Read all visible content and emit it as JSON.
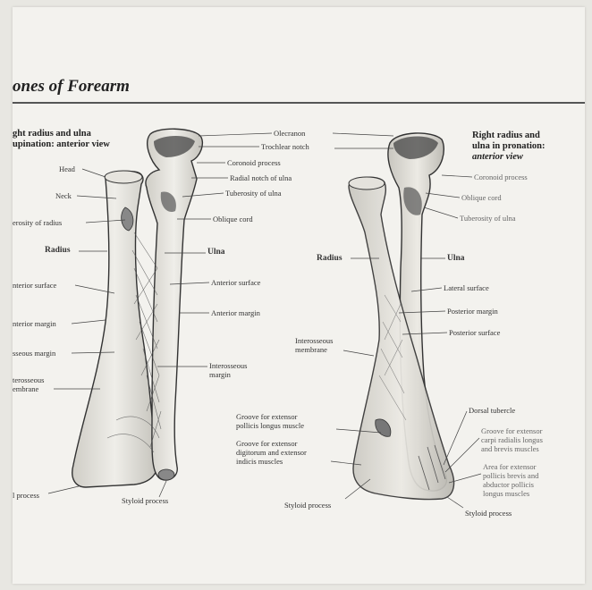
{
  "page": {
    "title": "ones of Forearm"
  },
  "left": {
    "heading_line1": "ght radius and ulna",
    "heading_line2": "upination: anterior view",
    "labels": {
      "olecranon": "Olecranon",
      "trochlear_notch": "Trochlear notch",
      "coronoid_process": "Coronoid process",
      "radial_notch": "Radial notch of ulna",
      "tuberosity_ulna": "Tuberosity of ulna",
      "head": "Head",
      "neck": "Neck",
      "tuberosity_radius": "erosity of radius",
      "oblique_cord": "Oblique cord",
      "radius": "Radius",
      "ulna": "Ulna",
      "anterior_surface_left": "nterior surface",
      "anterior_surface_right": "Anterior surface",
      "anterior_margin_left": "nterior margin",
      "anterior_margin_right": "Anterior margin",
      "interosseous_margin_left": "sseous margin",
      "interosseous_margin_right_1": "Interosseous",
      "interosseous_margin_right_2": "margin",
      "interosseous_membrane_1": "terosseous",
      "interosseous_membrane_2": "embrane",
      "styloid_left": "l process",
      "styloid_right": "Styloid process"
    }
  },
  "right": {
    "heading_line1": "Right radius and",
    "heading_line2": "ulna in pronation:",
    "heading_line3": "anterior view",
    "labels": {
      "coronoid_process": "Coronoid process",
      "oblique_cord": "Oblique cord",
      "tuberosity_ulna": "Tuberosity of ulna",
      "radius": "Radius",
      "ulna": "Ulna",
      "lateral_surface": "Lateral surface",
      "posterior_margin": "Posterior margin",
      "posterior_surface": "Posterior surface",
      "interosseous_membrane_1": "Interosseous",
      "interosseous_membrane_2": "membrane",
      "dorsal_tubercle": "Dorsal tubercle",
      "groove_ext_pollicis_1": "Groove for extensor",
      "groove_ext_pollicis_2": "pollicis longus muscle",
      "groove_ext_dig_1": "Groove for extensor",
      "groove_ext_dig_2": "digitorum and extensor",
      "groove_ext_dig_3": "indicis muscles",
      "groove_carpi_1": "Groove for extensor",
      "groove_carpi_2": "carpi radialis longus",
      "groove_carpi_3": "and brevis muscles",
      "area_pollicis_1": "Area for extensor",
      "area_pollicis_2": "pollicis brevis and",
      "area_pollicis_3": "abductor pollicis",
      "area_pollicis_4": "longus muscles",
      "styloid_left": "Styloid process",
      "styloid_right": "Styloid process"
    }
  }
}
